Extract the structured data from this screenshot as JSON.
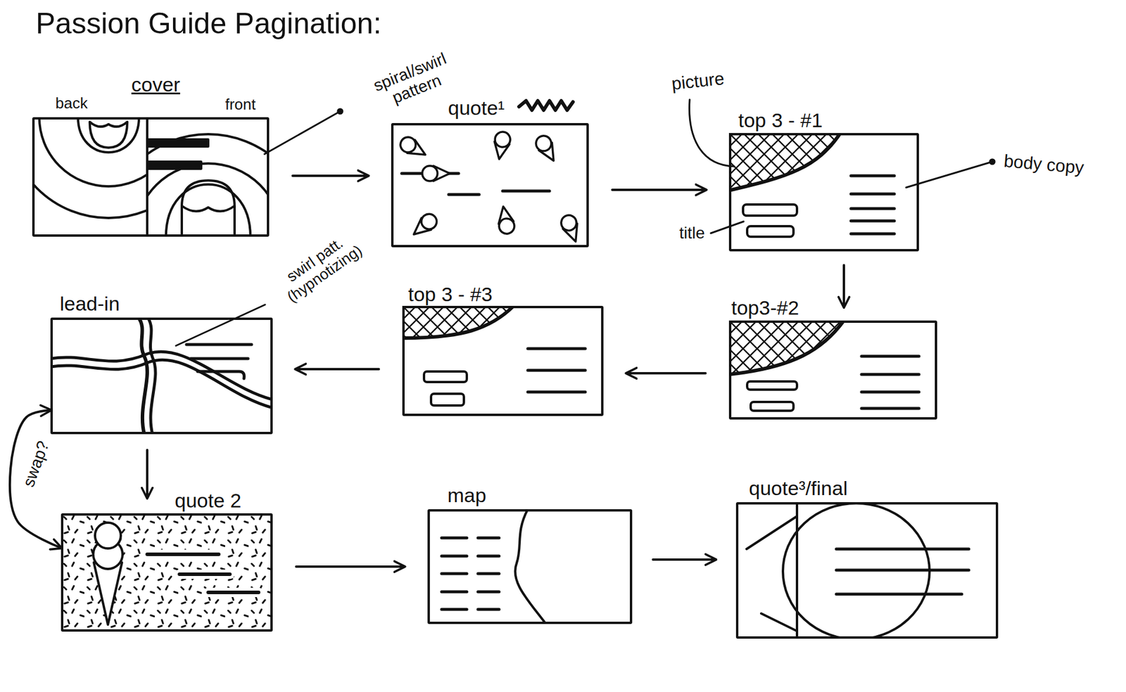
{
  "diagram": {
    "title": "Passion Guide Pagination:",
    "nodes": [
      {
        "text": [
          "cover"
        ]
      },
      {
        "text": [
          "quote¹"
        ]
      },
      {
        "text": [
          "top 3 - #1"
        ]
      },
      {
        "text": [
          "lead-in"
        ]
      },
      {
        "text": [
          "top 3 - #3"
        ]
      },
      {
        "text": [
          "top3-#2"
        ]
      },
      {
        "text": [
          "quote 2"
        ]
      },
      {
        "text": [
          "map"
        ]
      },
      {
        "text": [
          "quote³/final"
        ]
      }
    ],
    "edges": [
      {
        "from": 0,
        "to": 1,
        "arrow": "to"
      },
      {
        "from": 1,
        "to": 2,
        "arrow": "to"
      },
      {
        "from": 2,
        "to": 5,
        "arrow": "to"
      },
      {
        "from": 5,
        "to": 4,
        "arrow": "to"
      },
      {
        "from": 4,
        "to": 3,
        "arrow": "to"
      },
      {
        "from": 3,
        "to": 6,
        "arrow": "to"
      },
      {
        "from": 6,
        "to": 7,
        "arrow": "to"
      },
      {
        "from": 7,
        "to": 8,
        "arrow": "to"
      },
      {
        "from": 3,
        "to": 6,
        "label": "swap?",
        "arrow": "both"
      }
    ],
    "labels": [
      "back",
      "front",
      "spiral/swirl pattern",
      "picture",
      "body copy",
      "title",
      "swirl patt. (hypnotizing)"
    ]
  }
}
